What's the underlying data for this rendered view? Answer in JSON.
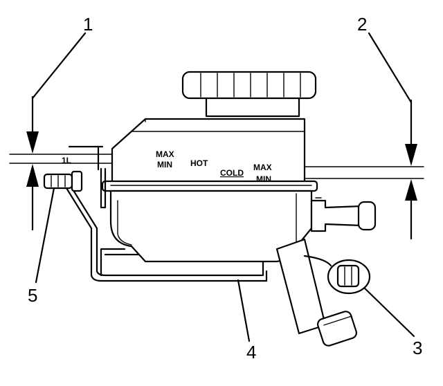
{
  "callouts": [
    "1",
    "2",
    "3",
    "4",
    "5"
  ],
  "hot_marks": {
    "max": "MAX",
    "min": "MIN",
    "hot": "HOT",
    "one_l": "1L"
  },
  "cold_marks": {
    "cold": "COLD",
    "max": "MAX",
    "min": "MIN"
  }
}
